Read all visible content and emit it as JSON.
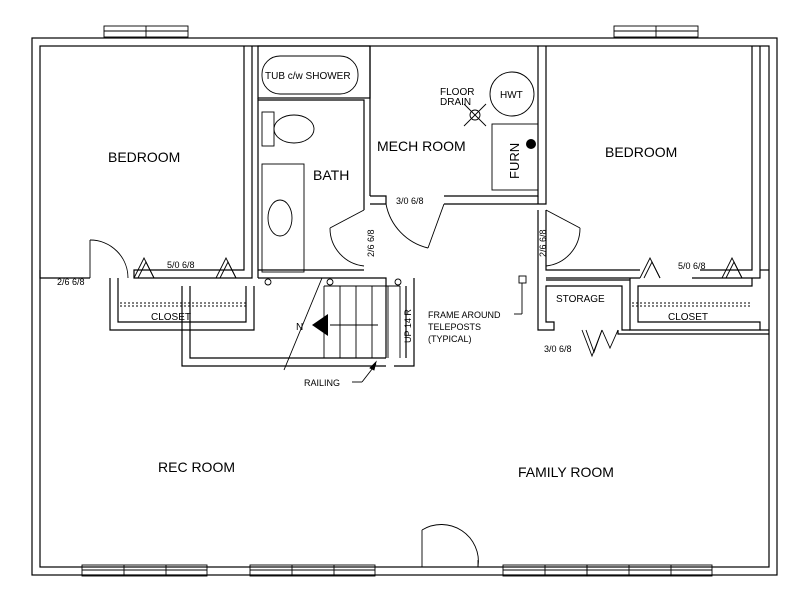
{
  "rooms": {
    "bedroom_left": "BEDROOM",
    "bath": "BATH",
    "mech_room": "MECH ROOM",
    "bedroom_right": "BEDROOM",
    "rec_room": "REC ROOM",
    "family_room": "FAMILY ROOM",
    "storage": "STORAGE",
    "closet_left": "CLOSET",
    "closet_right": "CLOSET"
  },
  "fixtures": {
    "tub": "TUB c/w SHOWER",
    "hwt": "HWT",
    "furnace": "FURN",
    "floor_drain_line1": "FLOOR",
    "floor_drain_line2": "DRAIN"
  },
  "doors": {
    "left_bedroom": "2/6 6/8",
    "left_closet": "5/0 6/8",
    "mech": "3/0 6/8",
    "bath": "2/6 6/8",
    "right_bedroom": "2/6 6/8",
    "right_closet": "5/0 6/8",
    "storage": "3/0 6/8"
  },
  "stairs": {
    "label": "UP 14 R",
    "north": "N"
  },
  "notes": {
    "railing": "RAILING",
    "teleposts_line1": "FRAME AROUND",
    "teleposts_line2": "TELEPOSTS",
    "teleposts_line3": "(TYPICAL)"
  }
}
